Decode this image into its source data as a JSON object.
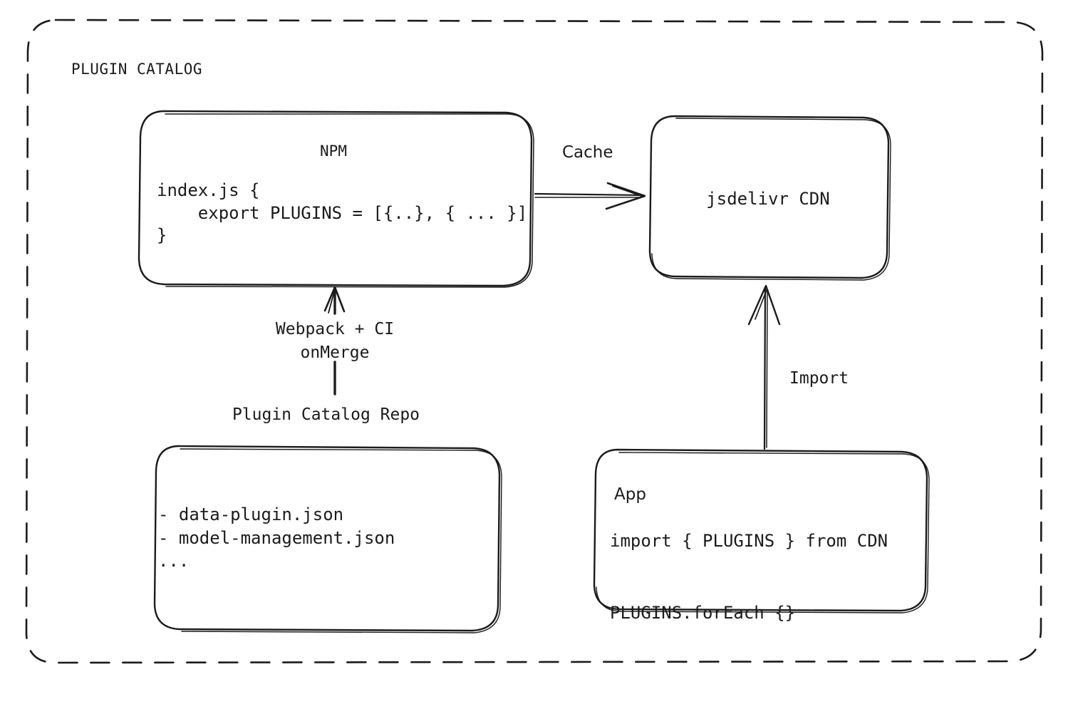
{
  "diagram": {
    "group": {
      "title": "PLUGIN CATALOG",
      "border_style": "dashed",
      "border_color": "#1b1b1b"
    },
    "colors": {
      "stroke": "#1b1b1b",
      "text": "#1b1b1b",
      "background": "#ffffff"
    },
    "nodes": {
      "npm": {
        "title": "NPM",
        "code": "index.js {\n    export PLUGINS = [{..}, { ... }]\n}"
      },
      "cdn": {
        "title": "jsdelivr CDN"
      },
      "repo": {
        "caption": "Plugin Catalog Repo",
        "items": "- data-plugin.json\n- model-management.json\n..."
      },
      "app": {
        "title": "App",
        "code": "import { PLUGINS } from CDN\n\nPLUGINS.forEach {}"
      }
    },
    "edges": {
      "cache": {
        "label": "Cache",
        "from": "npm",
        "to": "cdn",
        "direction": "right"
      },
      "build": {
        "label": "Webpack + CI\nonMerge",
        "from": "repo",
        "to": "npm",
        "direction": "up"
      },
      "import": {
        "label": "Import",
        "from": "app",
        "to": "cdn",
        "direction": "up"
      }
    }
  }
}
